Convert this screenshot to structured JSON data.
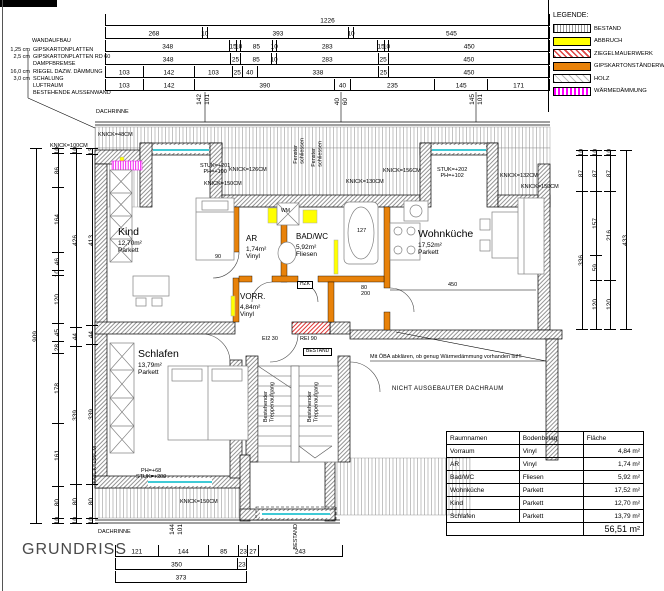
{
  "title": "GRUNDRISS",
  "wall_note": {
    "title": "WANDAUFBAU",
    "layers": [
      {
        "size": "1,25 cm",
        "text": "GIPSKARTONPLATTEN"
      },
      {
        "size": "2,5 cm",
        "text": "GIPSKARTONPLATTEN RD 60"
      },
      {
        "size": "",
        "text": "DAMPFBREMSE"
      },
      {
        "size": "16,0 cm",
        "text": "RIEGEL DAZW. DÄMMUNG"
      },
      {
        "size": "3,0 cm",
        "text": "SCHALUNG"
      },
      {
        "size": "",
        "text": "LUFTRAUM"
      },
      {
        "size": "",
        "text": "BESTEHENDE AUSSENWAND"
      }
    ]
  },
  "legend": {
    "title": "LEGENDE:",
    "items": [
      {
        "label": "BESTAND",
        "color": "#999999",
        "pattern": "vertical-hatch"
      },
      {
        "label": "ABBRUCH",
        "color": "#ffff00",
        "pattern": "solid"
      },
      {
        "label": "ZIEGELMAUERWERK",
        "color": "#e04343",
        "pattern": "diagonal-hatch"
      },
      {
        "label": "GIPSKARTONSTÄNDERWERK",
        "color": "#e8820a",
        "pattern": "solid"
      },
      {
        "label": "HOLZ",
        "color": "#bbbbbb",
        "pattern": "diagonal-hatch"
      },
      {
        "label": "WÄRMEDÄMMUNG",
        "color": "#ff00ff",
        "pattern": "zigzag"
      }
    ]
  },
  "dachrinne_top": "DACHRINNE",
  "dachrinne_bottom": "DACHRINNE",
  "top_dims": {
    "row1": [
      "1226"
    ],
    "row2": [
      "268",
      "10",
      "393",
      "10",
      "545"
    ],
    "row3": [
      "348",
      "15",
      "10",
      "85",
      "10",
      "283",
      "15",
      "10",
      "450"
    ],
    "row4": [
      "348",
      "25",
      "85",
      "10",
      "283",
      "25",
      "450"
    ],
    "row5": [
      "103",
      "142",
      "103",
      "25",
      "40",
      "338",
      "25",
      "450"
    ],
    "row6": [
      "103",
      "142",
      "390",
      "40",
      "235",
      "145",
      "171"
    ]
  },
  "left_dims": {
    "outer": [
      "909"
    ],
    "col_a": [
      "10",
      "86",
      "164",
      "46",
      "10",
      "120",
      "45",
      "28",
      "178",
      "161",
      "80",
      "10"
    ],
    "col_b": [
      "10",
      "426",
      "44",
      "339",
      "80",
      "10"
    ],
    "col_c": [
      "13",
      "413",
      "44",
      "339",
      "80",
      "10"
    ]
  },
  "right_dims": {
    "col_a": [
      "10",
      "87",
      "336"
    ],
    "col_b": [
      "10",
      "87",
      "157",
      "59",
      "120"
    ],
    "col_c": [
      "10",
      "87",
      "216",
      "120"
    ],
    "outer": [
      "433"
    ]
  },
  "bottom_dims": {
    "row1": [
      "121",
      "144",
      "85",
      "23",
      "27",
      "243"
    ],
    "row2": [
      "350",
      "23"
    ],
    "row3": [
      "373"
    ]
  },
  "rooms": [
    {
      "name": "Kind",
      "area": "12,70m²",
      "floor": "Parkett"
    },
    {
      "name": "AR",
      "area": "1,74m²",
      "floor": "Vinyl"
    },
    {
      "name": "BAD/WC",
      "area": "5,92m²",
      "floor": "Fliesen"
    },
    {
      "name": "Wohnküche",
      "area": "17,52m²",
      "floor": "Parkett"
    },
    {
      "name": "VORR.",
      "area": "4,84m²",
      "floor": "Vinyl"
    },
    {
      "name": "Schlafen",
      "area": "13,79m²",
      "floor": "Parkett"
    }
  ],
  "stairs_label": "Bestehender\nTreppenaufgang",
  "notes": {
    "oeba": "Mit ÖBA abklären, ob genug Wärmedämmung vorhanden ist!!!",
    "dachraum": "NICHT AUSGEBAUTER DACHRAUM"
  },
  "plan_labels": [
    {
      "text": "KNICK=100CM"
    },
    {
      "text": "KNICK=48CM"
    },
    {
      "text": "STUK=+201\nPH=+100"
    },
    {
      "text": "KNICK=150CM"
    },
    {
      "text": "KNICK=126CM"
    },
    {
      "text": "Fenster\nschliessen"
    },
    {
      "text": "Fenster\nschliessen"
    },
    {
      "text": "KNICK=130CM"
    },
    {
      "text": "KNICK=156CM"
    },
    {
      "text": "STUK=+202\nPH=+102"
    },
    {
      "text": "KNICK=132CM"
    },
    {
      "text": "KNICK=150CM"
    },
    {
      "text": "WM"
    },
    {
      "text": "HZK"
    },
    {
      "text": "80\n200"
    },
    {
      "text": "90"
    },
    {
      "text": "127"
    },
    {
      "text": "450"
    },
    {
      "text": "EI2 30"
    },
    {
      "text": "REI 90"
    },
    {
      "text": "BESTAND"
    },
    {
      "text": "BESTAND"
    },
    {
      "text": "KNICK=156CM"
    },
    {
      "text": "PH=+68\nSTUK=+200"
    },
    {
      "text": "KNICK=150CM"
    },
    {
      "text": "142"
    },
    {
      "text": "101"
    },
    {
      "text": "40"
    },
    {
      "text": "60"
    },
    {
      "text": "145"
    },
    {
      "text": "101"
    },
    {
      "text": "144"
    },
    {
      "text": "101"
    }
  ],
  "room_table": {
    "headers": [
      "Raumnamen",
      "Bodenbelag",
      "Fläche"
    ],
    "rows": [
      {
        "name": "Vorraum",
        "floor": "Vinyl",
        "area": "4,84 m²"
      },
      {
        "name": "AR",
        "floor": "Vinyl",
        "area": "1,74 m²"
      },
      {
        "name": "Bad/WC",
        "floor": "Fliesen",
        "area": "5,92 m²"
      },
      {
        "name": "Wohnküche",
        "floor": "Parkett",
        "area": "17,52 m²"
      },
      {
        "name": "Kind",
        "floor": "Parkett",
        "area": "12,70 m²"
      },
      {
        "name": "Schlafen",
        "floor": "Parkett",
        "area": "13,79 m²"
      }
    ],
    "total": "56,51 m²"
  }
}
